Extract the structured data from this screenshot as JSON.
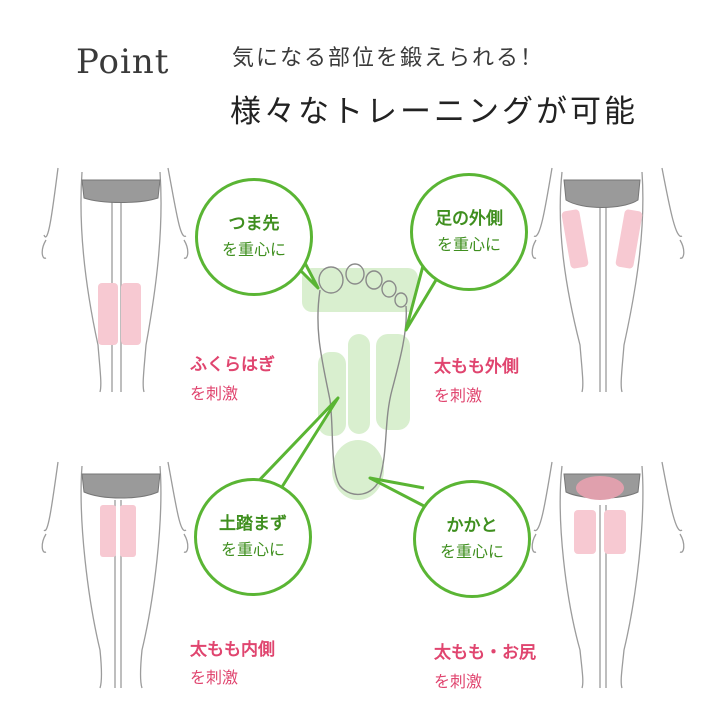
{
  "header": {
    "point_label": "Point",
    "subtitle": "気になる部位を鍛えられる！",
    "title": "様々なトレーニングが可能"
  },
  "bubbles": {
    "toe": {
      "line1": "つま先",
      "line2": "を重心に"
    },
    "outer": {
      "line1": "足の外側",
      "line2": "を重心に"
    },
    "ball": {
      "line1": "土踏まず",
      "line2": "を重心に"
    },
    "heel": {
      "line1": "かかと",
      "line2": "を重心に"
    }
  },
  "targets": {
    "calves": {
      "name": "ふくらはぎ",
      "stim": "を刺激"
    },
    "outer_thigh": {
      "name": "太もも外側",
      "stim": "を刺激"
    },
    "inner_thigh": {
      "name": "太もも内側",
      "stim": "を刺激"
    },
    "thigh_hip": {
      "name": "太もも・お尻",
      "stim": "を刺激"
    }
  },
  "colors": {
    "accent_green": "#5ab534",
    "text_green": "#3f8f1f",
    "highlight_pink": "#e0456f",
    "zone_fill": "#d9efcf",
    "muscle_fill": "#f7c9d2",
    "underwear": "#9a9a9a"
  },
  "icons": [
    "foot-outline-icon",
    "leg-figure-icon"
  ]
}
